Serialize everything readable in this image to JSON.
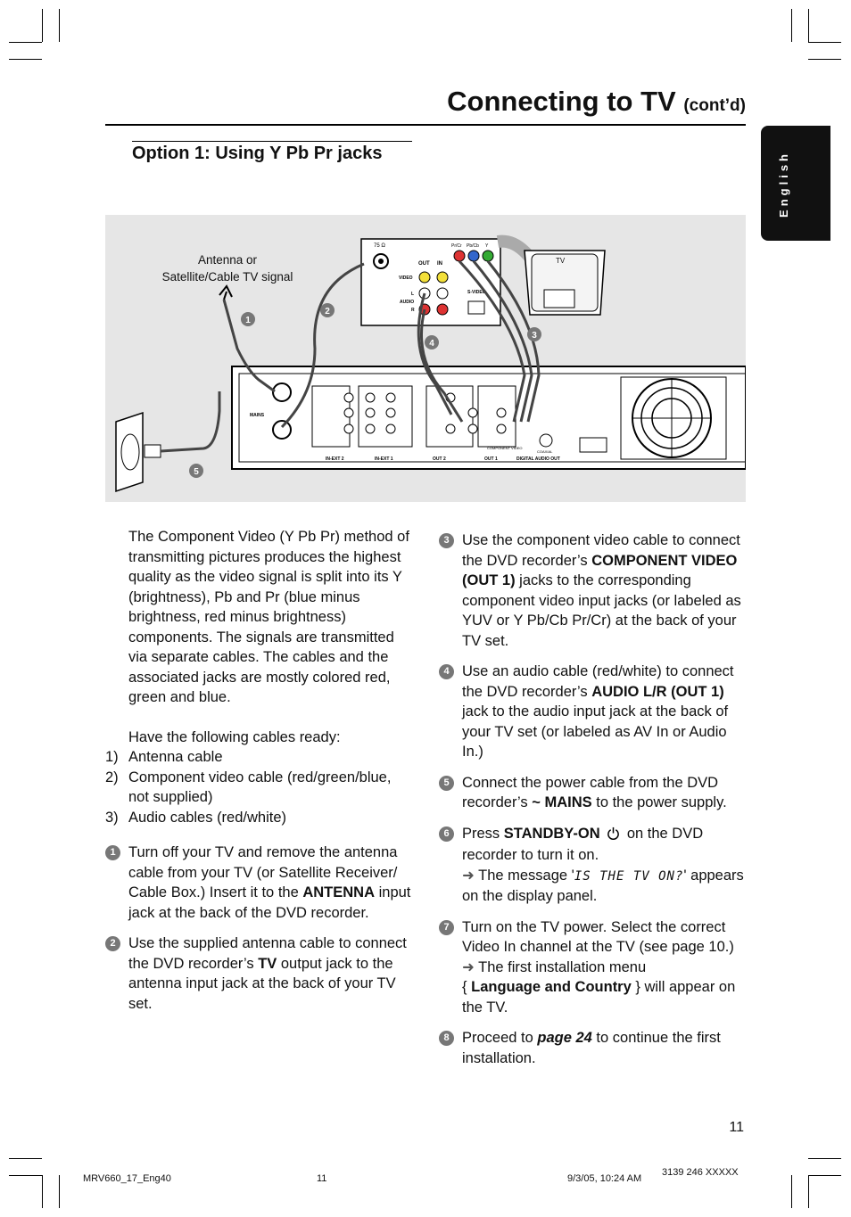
{
  "header": {
    "title": "Connecting to TV",
    "title_suffix": "(cont’d)"
  },
  "section_title": "Option 1: Using Y Pb Pr jacks",
  "side_tab": "English",
  "diagram": {
    "antenna_label_line1": "Antenna or",
    "antenna_label_line2": "Satellite/Cable TV signal",
    "tv_label": "TV",
    "callouts": [
      "1",
      "2",
      "3",
      "4",
      "5"
    ],
    "panel_labels": {
      "ohm": "75 Ω",
      "out": "OUT",
      "in": "IN",
      "video": "VIDEO",
      "audio": "AUDIO",
      "l": "L",
      "r": "R",
      "svideo": "S-VIDEO",
      "prcr": "Pr/Cr",
      "pbcb": "Pb/Cb",
      "y": "Y",
      "mains": "MAINS",
      "in_ext2": "IN-EXT 2",
      "in_ext1": "IN-EXT 1",
      "out2": "OUT 2",
      "out1": "OUT 1",
      "digital_audio_out": "DIGITAL AUDIO OUT",
      "coaxial": "COAXIAL",
      "component_video": "COMPONENT VIDEO"
    }
  },
  "left": {
    "intro": "The Component Video (Y Pb Pr) method of transmitting pictures produces the highest quality as the video signal is split into its Y (brightness), Pb and Pr (blue minus brightness, red minus brightness) components.  The signals are transmitted via separate cables. The cables and the associated jacks are mostly colored red, green and blue.",
    "cables_intro": "Have the following cables ready:",
    "cables": [
      {
        "n": "1)",
        "text": "Antenna cable"
      },
      {
        "n": "2)",
        "text": "Component video cable (red/green/blue, not supplied)"
      },
      {
        "n": "3)",
        "text": "Audio cables (red/white)"
      }
    ],
    "step1": {
      "n": "1",
      "pre": "Turn off your TV and remove the antenna cable from your TV (or Satellite Receiver/ Cable Box.)  Insert it to the ",
      "bold": "ANTENNA",
      "post": " input jack at the back of the DVD recorder."
    },
    "step2": {
      "n": "2",
      "pre": "Use the supplied antenna cable to connect the DVD recorder’s ",
      "bold": "TV",
      "post": " output jack to the antenna input jack at the back of your TV set."
    }
  },
  "right": {
    "step3": {
      "n": "3",
      "pre": "Use the component video cable to connect the DVD recorder’s ",
      "bold": "COMPONENT VIDEO (OUT 1)",
      "post": " jacks to the corresponding component video input jacks (or labeled as  YUV or Y Pb/Cb Pr/Cr) at the back of your TV set."
    },
    "step4": {
      "n": "4",
      "pre": "Use an audio cable (red/white) to connect the DVD recorder’s ",
      "bold": "AUDIO L/R (OUT 1)",
      "post": " jack to the audio input jack at the back of your TV set (or labeled as AV In or Audio In.)"
    },
    "step5": {
      "n": "5",
      "pre": "Connect the power cable from the DVD recorder’s  ",
      "bold": "~ MAINS",
      "post": " to the power supply."
    },
    "step6": {
      "n": "6",
      "pre": "Press ",
      "bold": "STANDBY-ON",
      "post": " on the DVD recorder to turn it on.",
      "arrow_pre": "The message '",
      "lcd": "IS THE TV ON?",
      "arrow_post": "' appears on the display panel."
    },
    "step7": {
      "n": "7",
      "pre": "Turn on the TV power.  Select the correct Video In channel at the TV (see page 10.)",
      "arrow_text": "The first installation menu",
      "brace_pre": "{ ",
      "bold": "Language and Country",
      "brace_post": " } will appear on the TV."
    },
    "step8": {
      "n": "8",
      "pre": "Proceed to ",
      "bold_italic": "page 24",
      "post": " to continue the first installation."
    }
  },
  "page_number": "11",
  "footer": {
    "file": "MRV660_17_Eng40",
    "page": "11",
    "date": "9/3/05, 10:24 AM",
    "code": "3139 246 XXXXX"
  }
}
